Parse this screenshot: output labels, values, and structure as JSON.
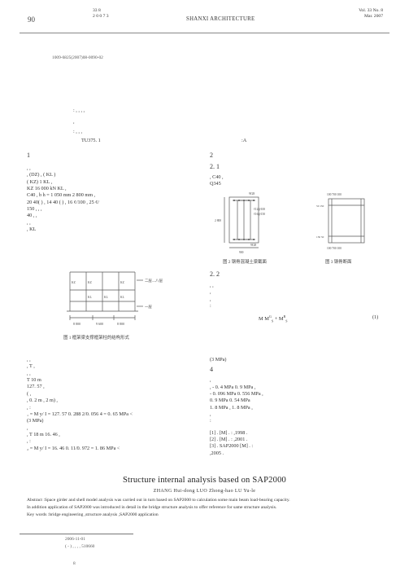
{
  "header": {
    "page_number": "90",
    "journal_line1": "33        8",
    "journal_line2": "2 0 0 7     3",
    "journal_en": "SHANXI   ARCHITECTURE",
    "vol_line1": "Vol. 33  No. 8",
    "vol_line2": "Mar.    2007"
  },
  "article_id": "1009-6825(2007)08-0090-02",
  "keywords_cn_line": ":        ,              ,                     ,                                    ,",
  "abstract_cn_line2": ",",
  "keywords_line": ":          ,      ,      ,",
  "classification": "TU375. 1",
  "doc_code": ":A",
  "left_col": {
    "sec1": "1",
    "lines": [
      ",                              ,",
      ",                             (DZ)  ,                              ( KL )",
      "( KZ)                         1         KL     ,",
      "KZ          16 000 kN            KL           ,",
      "         C40 ,        b     h = 1 050  mm     2 800  mm ,",
      "20   40(     ) ,        14   40 (     )   ,        16 ¢/100 ,         25 ¢/",
      "150 ,                  ,                           ,",
      "                       40                ,         ,",
      ",                                                       ,",
      ",          KL"
    ],
    "fig1_caption": "图 1   框架梁支撑框架柱的结构形式",
    "fig1_labels": {
      "kz": "KZ",
      "kl": "KL",
      "floor_top": "二层—八层",
      "floor_bot": "一层",
      "dim1": "8 800",
      "dim2": "9 600",
      "dim3": "8 800"
    },
    "body2": [
      ",                                      ,",
      "                  ,                   T           ,",
      ",                                          ,",
      "                                                    T     10 m",
      "                                    127. 57 ,",
      "           (                                                      ,",
      ",                         0. 2 m      ,                     2 m)  ,",
      "                                          ,            :",
      "  ₁ =  M   y/ I = 127. 57    0. 288 2/0. 056 4 = 0. 65  MPa <",
      "  (3 MPa)",
      "                           ,",
      ",       T     18  m                                                16. 46 ,",
      "                                    ,             :",
      "  ₂ =  M    y/ I = 16. 46    0. 11/0. 972 = 1. 86  MPa <"
    ]
  },
  "right_col": {
    "sec2": "2",
    "sec21": "2. 1",
    "body21": [
      "                                ,                                    C40 ,",
      "Q345"
    ],
    "fig2_caption": "图 2   钢骨混凝土梁截面",
    "fig3_caption": "图 3   钢骨断面",
    "fig2_labels": {
      "top_rebar": "9¢28",
      "stirrup1": "¢12@100",
      "stirrup2": "¢16@150",
      "height": "2 800",
      "bot_rebar": "9¢28",
      "width": "900"
    },
    "fig3_labels": {
      "top": "100  700  100",
      "bot": "100  700  100",
      "left1": "50 150",
      "left2": "150 50"
    },
    "sec22": "2. 2",
    "body22": [
      "                                              ,             ,",
      ",",
      "                              ,",
      ":"
    ],
    "formula": "M     M",
    "formula_sup1": "G",
    "formula_sub1": "S",
    "formula_plus": " +  M",
    "formula_sup2": "R",
    "formula_sub2": "S",
    "formula_num": "(1)",
    "units": "(3 MPa)",
    "sec4": "4",
    "body4": [
      "                                                ,",
      "      ,                                  - 0. 4  MPa    0. 9  MPa ,",
      "                     - 0. 096  MPa    0. 556  MPa ,",
      "                0. 9 MPa                                                      0. 54  MPa",
      "1. 8  MPa ,                                    1. 8  MPa       ,",
      "                                             ,",
      ":"
    ],
    "refs": [
      {
        "num": "[1]",
        "body": "          .          [M] .          :                      ,1998 ."
      },
      {
        "num": "[2]",
        "body": "          .          [M] .          :                      ,2001 ."
      },
      {
        "num": "[3]",
        "body": "          .                    SAP2000          [M] .        :"
      },
      {
        "num": "",
        "body": "                     ,2005 ."
      }
    ]
  },
  "english": {
    "title": "Structure internal analysis based on SAP2000",
    "authors": "ZHANG Hui-dong   LUO Zhong-hao   LU Yu-le",
    "abstract_line1": "Abstract :Space girder and shell model analysis was carried out in turn based on SAP2000 to calculation some main beam load-bearing capacity.",
    "abstract_line2": "In addition application of SAP2000 was introduced in detail in the bridge structure analysis to offer reference for same structure analysis.",
    "keywords": "Key words :bridge engineering ,structure analysis ,SAP2000 application"
  },
  "footnote": {
    "line1": "2006-11-01",
    "line2": "(  -   ) ,       ,          ,                          ,          510660"
  },
  "page_mark": "8"
}
